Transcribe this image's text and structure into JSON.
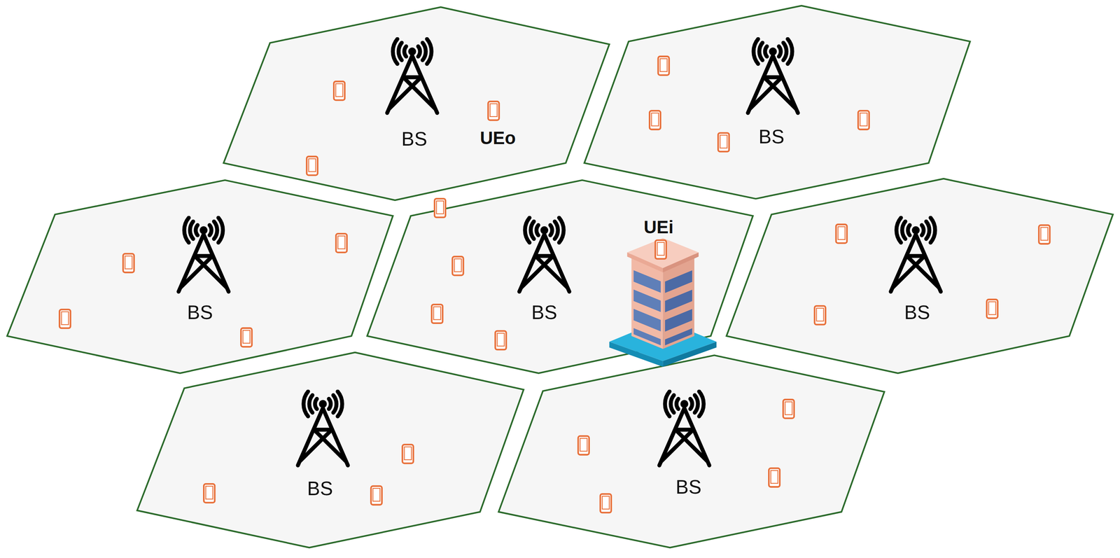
{
  "diagram": {
    "nodes": [
      {
        "text": [
          "BS"
        ]
      },
      {
        "text": [
          "BS"
        ]
      },
      {
        "text": [
          "BS"
        ]
      },
      {
        "text": [
          "BS"
        ]
      },
      {
        "text": [
          "BS"
        ]
      },
      {
        "text": [
          "BS"
        ]
      },
      {
        "text": [
          "BS"
        ]
      }
    ],
    "labels": [
      "UEo",
      "UEi"
    ]
  }
}
